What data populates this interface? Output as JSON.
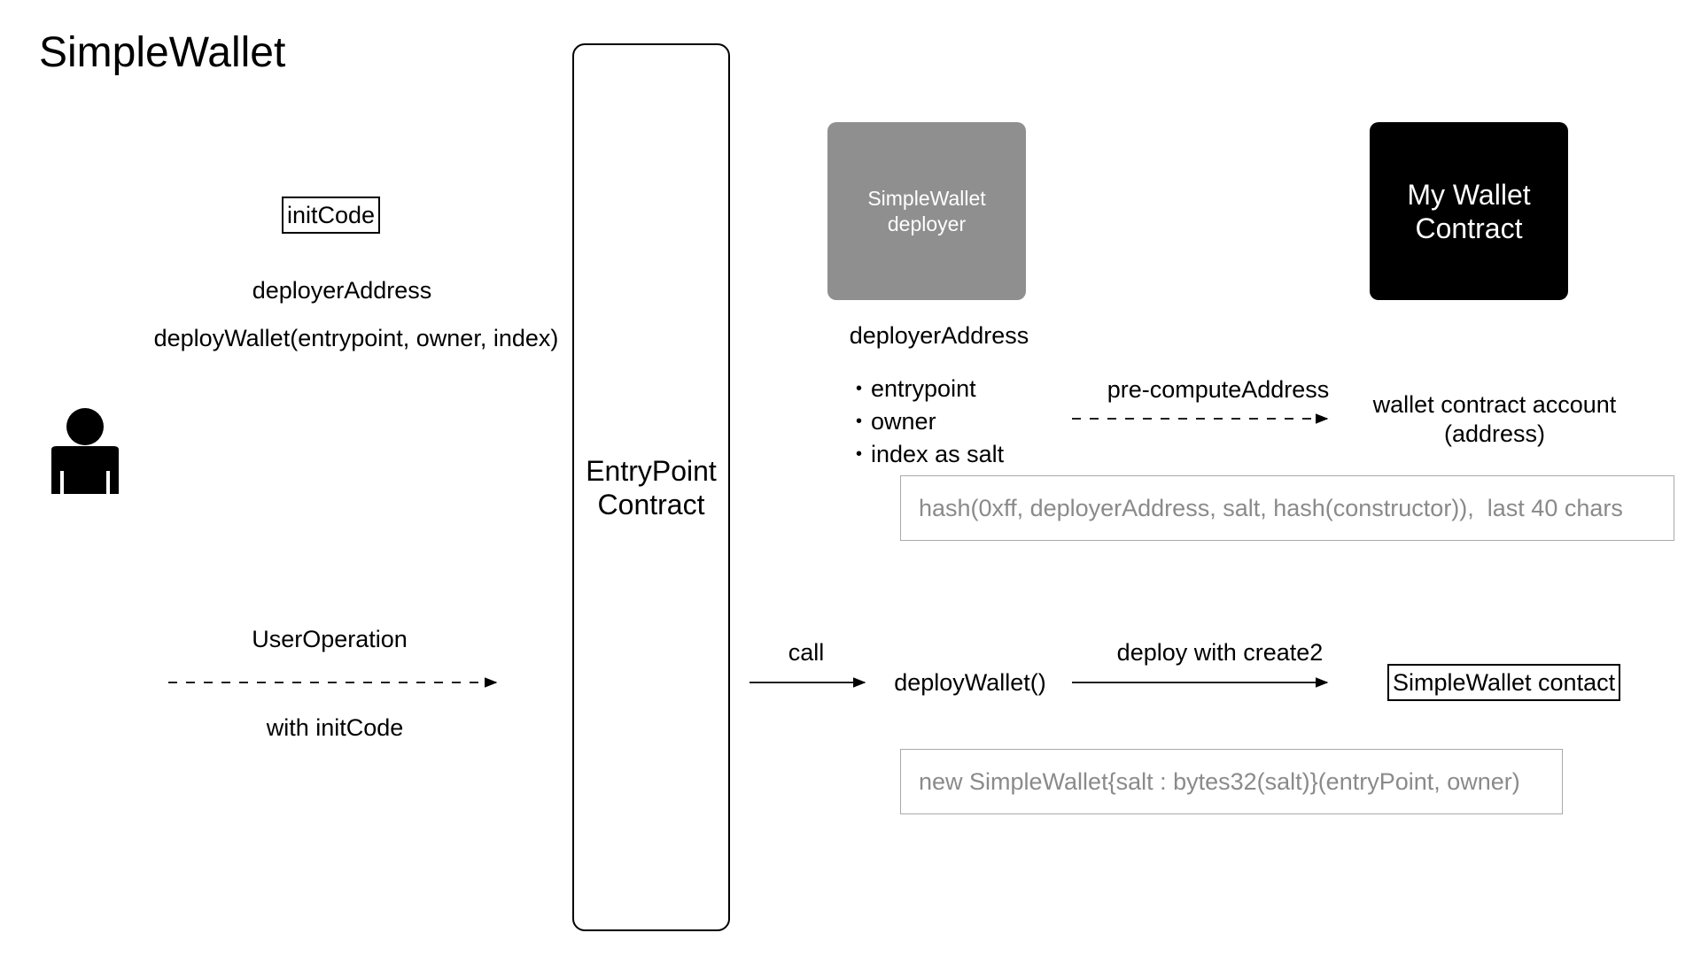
{
  "title": "SimpleWallet",
  "left": {
    "init_code_label": "initCode",
    "deployer_address": "deployerAddress",
    "deploy_wallet_call": "deployWallet(entrypoint, owner, index)",
    "user_operation": "UserOperation",
    "with_init_code": "with initCode"
  },
  "entry_point": {
    "label": "EntryPoint\nContract"
  },
  "deployer": {
    "label": "SimpleWallet\ndeployer",
    "address_label": "deployerAddress",
    "params": [
      "entrypoint",
      "owner",
      "index as salt"
    ],
    "color": "#8f8f8f"
  },
  "wallet": {
    "label": "My Wallet\nContract",
    "color": "#000000"
  },
  "precompute": {
    "arrow_label": "pre-computeAddress",
    "result_line1": "wallet contract account",
    "result_line2": "(address)",
    "formula": "hash(0xff, deployerAddress, salt, hash(constructor)),  last 40 chars"
  },
  "deployment": {
    "call_label": "call",
    "deploy_fn": "deployWallet()",
    "create2_label": "deploy with create2",
    "result_label": "SimpleWallet contact",
    "code": "new SimpleWallet{salt : bytes32(salt)}(entryPoint, owner)"
  },
  "icons": {
    "user": "person-icon"
  }
}
